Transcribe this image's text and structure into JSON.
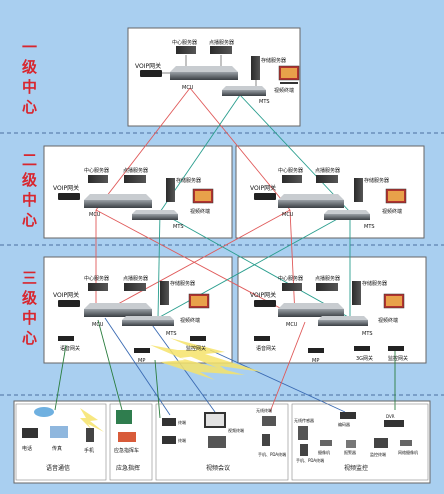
{
  "levels": {
    "l1": [
      "一",
      "级",
      "中",
      "心"
    ],
    "l2": [
      "二",
      "级",
      "中",
      "心"
    ],
    "l3": [
      "三",
      "级",
      "中",
      "心"
    ]
  },
  "labels": {
    "center_server": "中心服务器",
    "media_server": "点播服务器",
    "storage_server": "存储服务器",
    "voip_gw": "VOIP网关",
    "mcu": "MCU",
    "mts": "MTS",
    "video_terminal": "视频终端",
    "voice_gw": "语音网关",
    "mp": "MP",
    "monitor_gw": "监控网关",
    "gw_3g": "3G网关"
  },
  "bottom": {
    "phone": "电话",
    "fax": "传真",
    "mobile": "手机",
    "voice_comm": "语音通信",
    "emergency_terminal": "应急指挥车",
    "emergency": "应急指挥",
    "video_conf": "视频会议",
    "video_mon": "视频监控",
    "terminals": [
      "终端",
      "终端",
      "视频终端",
      "无线终端",
      "手机、PDA终端"
    ],
    "monitor_items": [
      "编码器",
      "DVR",
      "摄像机",
      "报警器",
      "监控终端",
      "网络摄像机"
    ],
    "smart_home": "无线传感器",
    "pda": "手机、PDA终端"
  }
}
